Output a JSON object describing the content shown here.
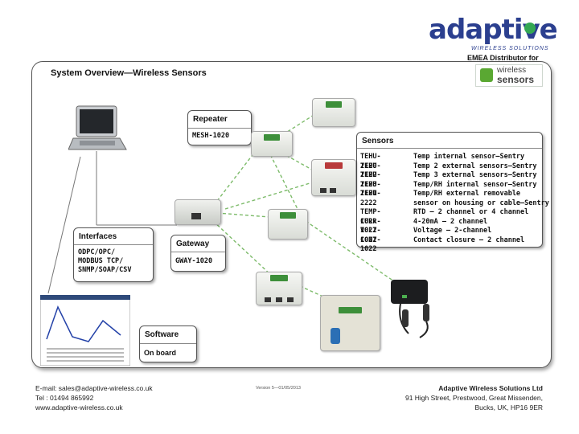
{
  "brand": {
    "logo_word": "adaptive",
    "logo_sub": "WIRELESS SOLUTIONS",
    "tagline": "EMEA Distributor for",
    "partner_line1": "wireless",
    "partner_line2": "sensors",
    "brand_color": "#2b3f8f",
    "accent_color": "#5aa832"
  },
  "diagram": {
    "title": "System Overview—Wireless Sensors",
    "repeater": {
      "title": "Repeater",
      "model": "MESH-1020"
    },
    "interfaces": {
      "title": "Interfaces",
      "lines": [
        "ODPC/OPC/",
        "MODBUS TCP/",
        "SNMP/SOAP/CSV"
      ]
    },
    "gateway": {
      "title": "Gateway",
      "model": "GWAY-1020"
    },
    "software": {
      "title": "Software",
      "subtitle": "On board"
    },
    "sensors": {
      "title": "Sensors",
      "rows": [
        {
          "code": "TEHU-2120",
          "desc": "Temp internal sensor—Sentry"
        },
        {
          "code": "TEHU-2122",
          "desc": "Temp 2 external  sensors—Sentry"
        },
        {
          "code": "TEHU-2123",
          "desc": "Temp 3 external sensors—Sentry"
        },
        {
          "code": "TEHU-2121",
          "desc": "Temp/RH internal sensor—Sentry"
        },
        {
          "code": "TEHU-2222",
          "desc": "Temp/RH external removable"
        },
        {
          "code": "",
          "desc": "sensor on housing or cable—Sentry"
        },
        {
          "code": "TEMP-102x",
          "desc": "RTD — 2 channel or 4 channel"
        },
        {
          "code": "CURR-1022",
          "desc": "4-20mA — 2 channel"
        },
        {
          "code": "VOLT-1022",
          "desc": "Voltage — 2-channel"
        },
        {
          "code": "CONT-1022",
          "desc": "Contact closure — 2 channel"
        }
      ]
    }
  },
  "footer": {
    "email": "E-mail: sales@adaptive-wireless.co.uk",
    "tel": "Tel : 01494 865992",
    "web": "www.adaptive-wireless.co.uk",
    "version": "Version 5—01/05/2013",
    "company": "Adaptive Wireless Solutions Ltd",
    "address1": "91 High Street, Prestwood, Great Missenden,",
    "address2": "Bucks, UK, HP16 9ER"
  }
}
